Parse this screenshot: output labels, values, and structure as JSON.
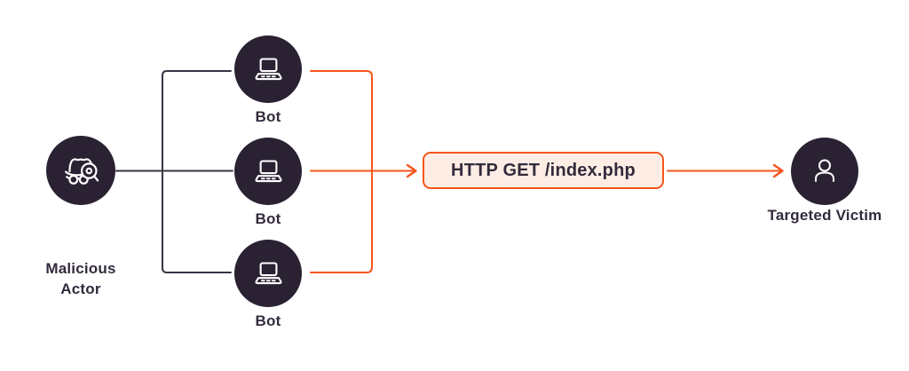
{
  "diagram": {
    "actor": {
      "label": "Malicious Actor",
      "icon": "spy-incognito-icon"
    },
    "bots": [
      {
        "label": "Bot",
        "icon": "laptop-icon"
      },
      {
        "label": "Bot",
        "icon": "laptop-icon"
      },
      {
        "label": "Bot",
        "icon": "laptop-icon"
      }
    ],
    "request": {
      "label": "HTTP GET /index.php"
    },
    "victim": {
      "label": "Targeted Victim",
      "icon": "person-icon"
    }
  },
  "colors": {
    "background": "#ffffff",
    "node_fill": "#2a2233",
    "icon_stroke": "#ffffff",
    "connector_dark": "#3a3343",
    "accent_orange": "#f6551a",
    "box_fill": "#fdede5",
    "label_text": "#332b3d"
  }
}
